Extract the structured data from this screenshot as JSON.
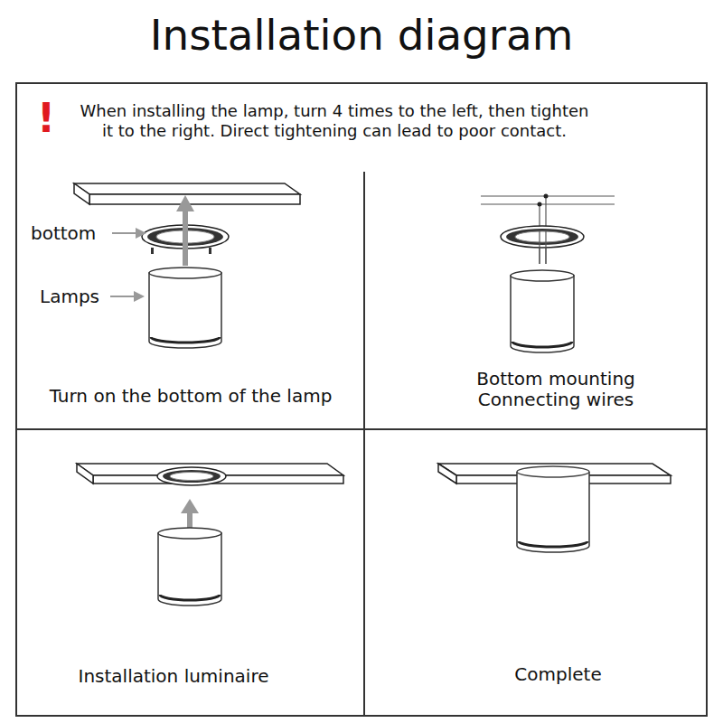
{
  "diagram": {
    "title": "Installation diagram",
    "labels": [
      "!",
      "When installing the lamp, turn 4 times to the left, then tighten it to the right. Direct tightening can lead to poor contact.",
      "bottom",
      "Lamps",
      "Turn on the bottom of the lamp",
      "Bottom mounting Connecting wires",
      "Installation luminaire",
      "Complete"
    ]
  }
}
